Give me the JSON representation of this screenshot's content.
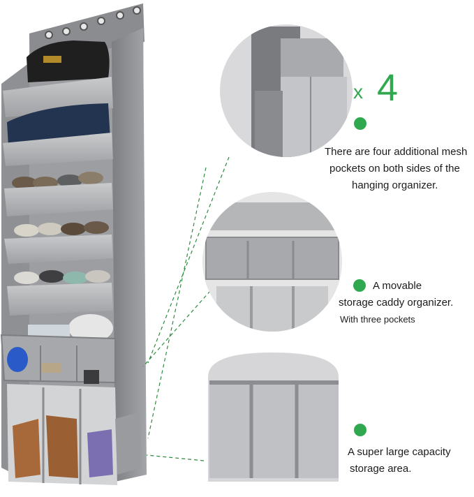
{
  "callouts": {
    "side_pockets": {
      "multiplier_x": "x",
      "multiplier_n": "4",
      "line1": "There are four additional mesh",
      "line2": "pockets on both sides of the",
      "line3": "hanging organizer."
    },
    "caddy": {
      "line1": "A movable",
      "line2": "storage caddy organizer.",
      "line3": "With three pockets"
    },
    "storage": {
      "line1": "A super large capacity",
      "line2": "storage area."
    }
  },
  "colors": {
    "accent_green": "#2fa84f",
    "fabric_gray": "#8f9093",
    "fabric_light": "#b9babc",
    "fabric_dark": "#6f7073"
  }
}
